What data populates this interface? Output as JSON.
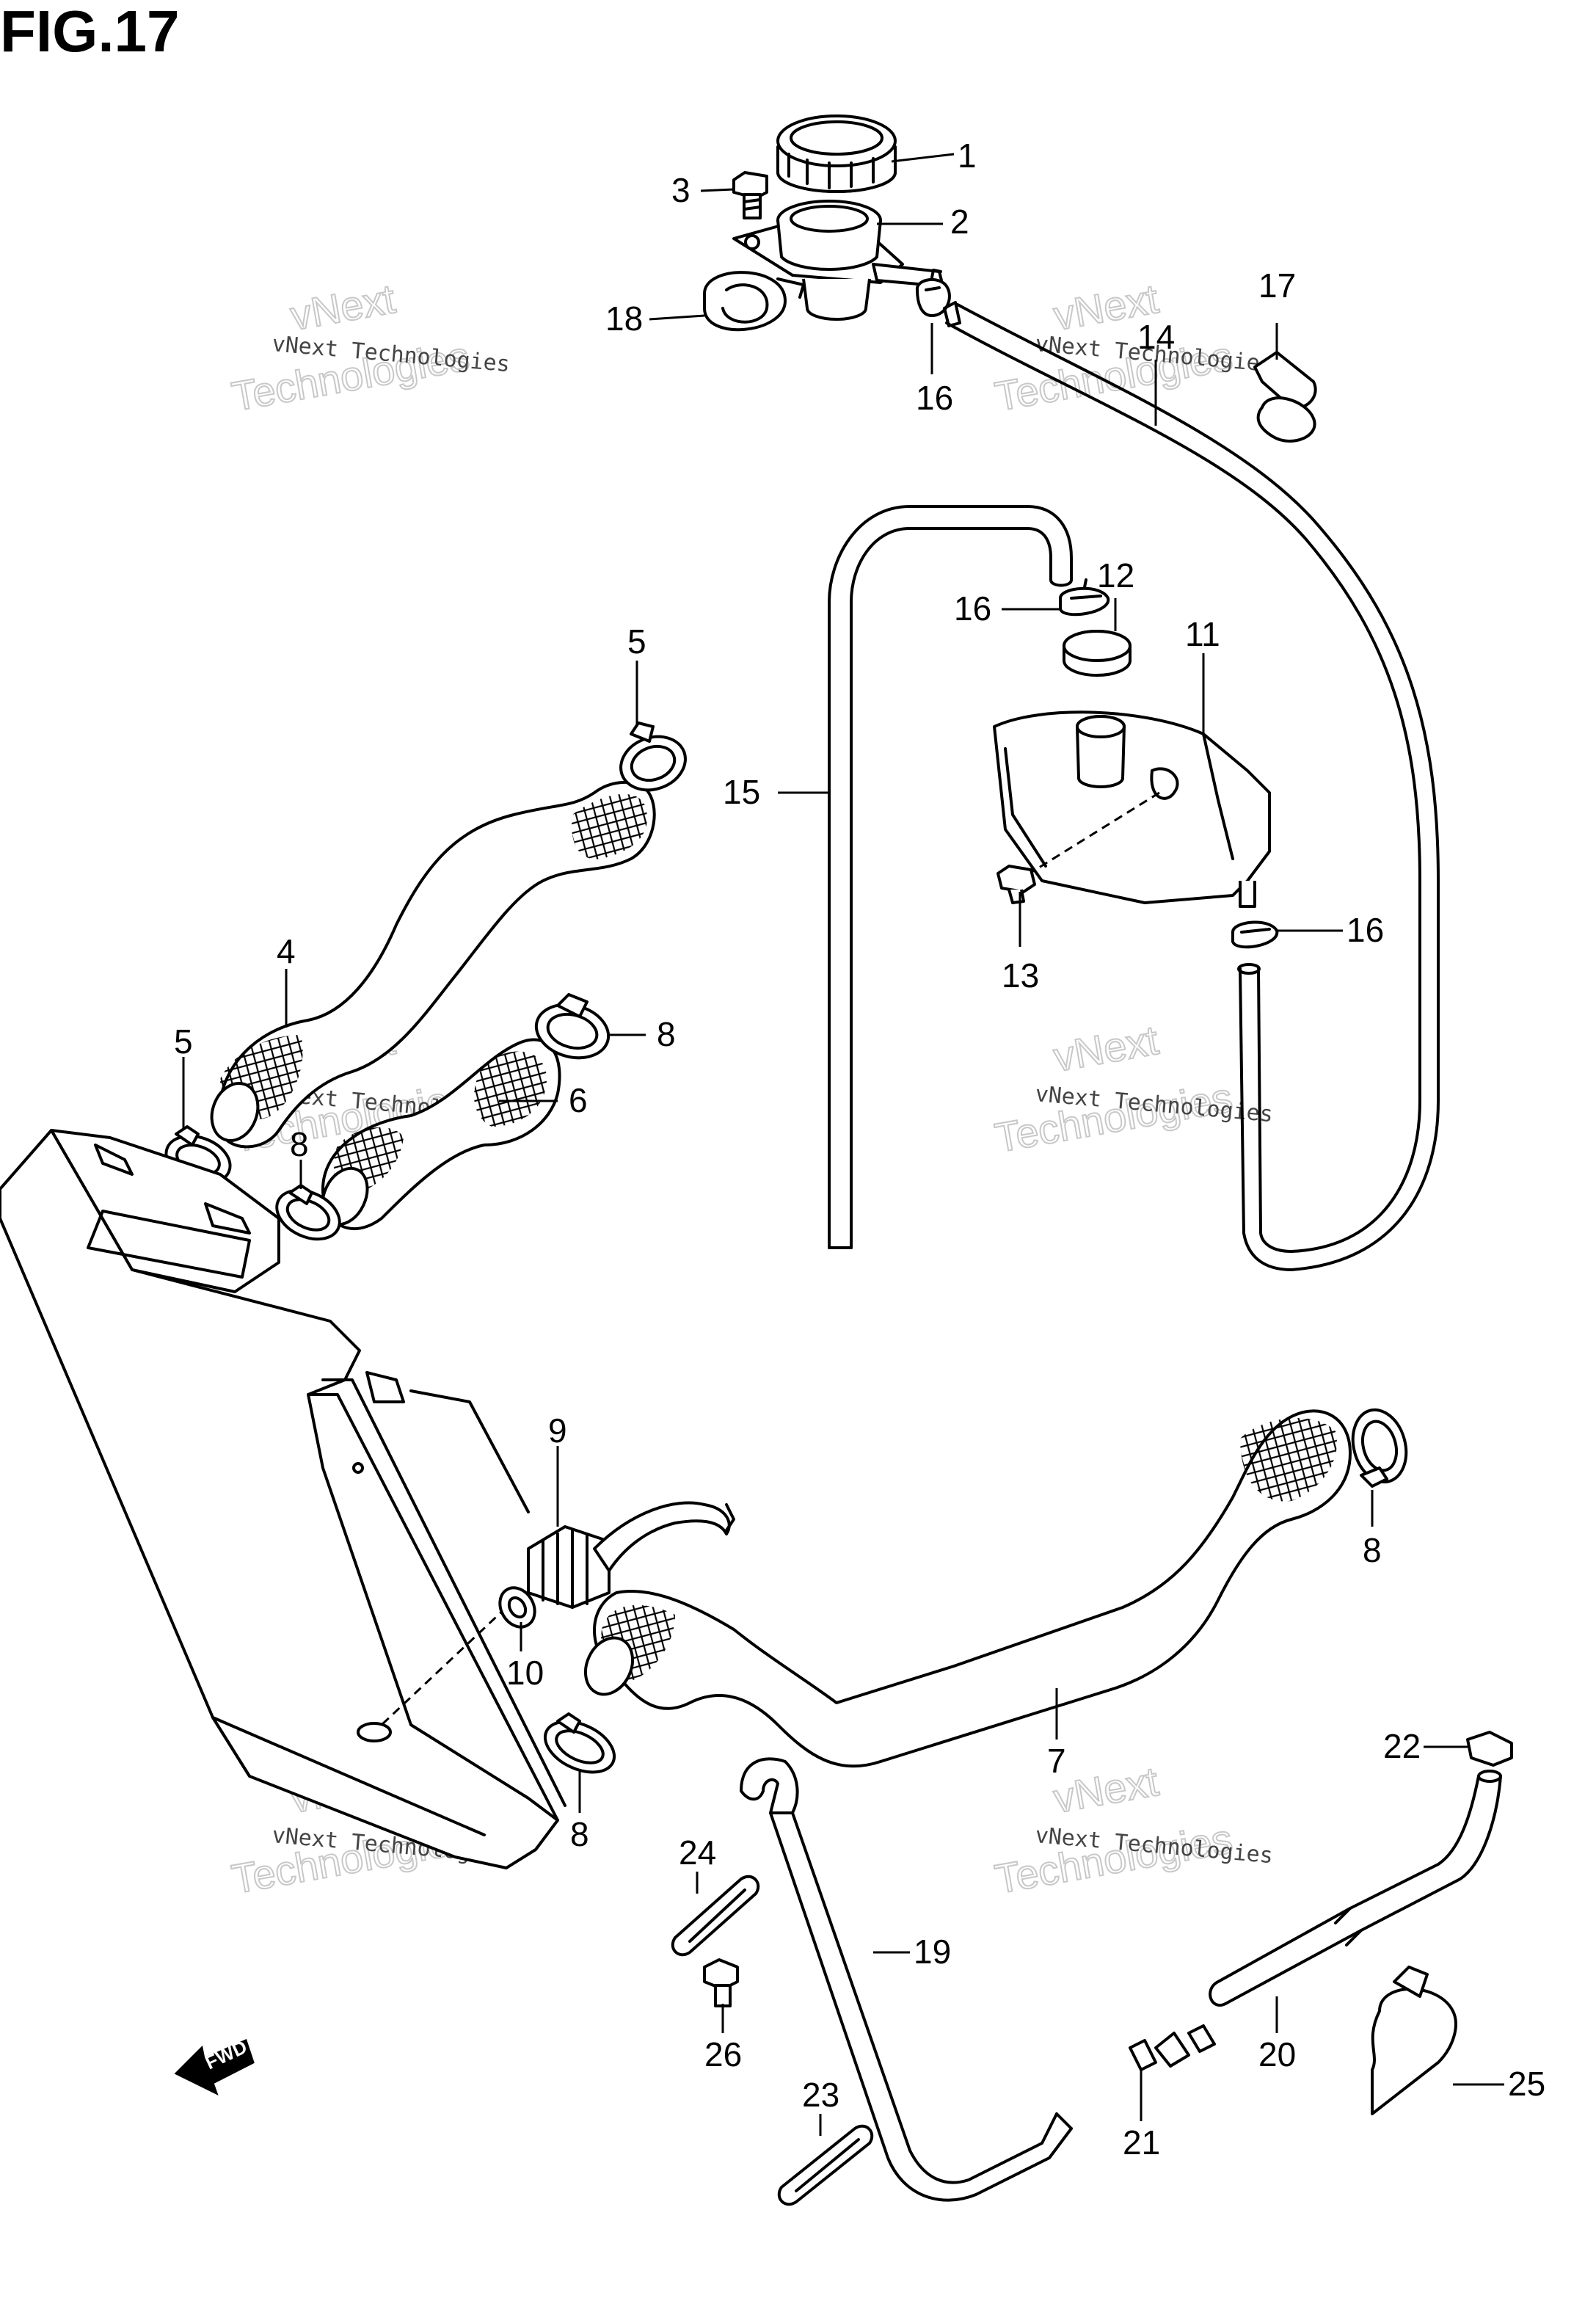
{
  "figure": {
    "title": "FIG.17"
  },
  "watermark": {
    "line1": "vNext Technologies",
    "big1": "vNext",
    "big2": "Technologies"
  },
  "fwd": {
    "label": "FWD"
  },
  "callouts": [
    {
      "id": "c1",
      "text": "1"
    },
    {
      "id": "c2",
      "text": "2"
    },
    {
      "id": "c3",
      "text": "3"
    },
    {
      "id": "c18",
      "text": "18"
    },
    {
      "id": "c16a",
      "text": "16"
    },
    {
      "id": "c14",
      "text": "14"
    },
    {
      "id": "c17",
      "text": "17"
    },
    {
      "id": "c16b",
      "text": "16"
    },
    {
      "id": "c12",
      "text": "12"
    },
    {
      "id": "c11",
      "text": "11"
    },
    {
      "id": "c15",
      "text": "15"
    },
    {
      "id": "c13",
      "text": "13"
    },
    {
      "id": "c16c",
      "text": "16"
    },
    {
      "id": "c5a",
      "text": "5"
    },
    {
      "id": "c4",
      "text": "4"
    },
    {
      "id": "c5b",
      "text": "5"
    },
    {
      "id": "c8a",
      "text": "8"
    },
    {
      "id": "c8b",
      "text": "8"
    },
    {
      "id": "c6",
      "text": "6"
    },
    {
      "id": "c9",
      "text": "9"
    },
    {
      "id": "c10",
      "text": "10"
    },
    {
      "id": "c8c",
      "text": "8"
    },
    {
      "id": "c8d",
      "text": "8"
    },
    {
      "id": "c7",
      "text": "7"
    },
    {
      "id": "c22",
      "text": "22"
    },
    {
      "id": "c24",
      "text": "24"
    },
    {
      "id": "c19",
      "text": "19"
    },
    {
      "id": "c26",
      "text": "26"
    },
    {
      "id": "c20",
      "text": "20"
    },
    {
      "id": "c23",
      "text": "23"
    },
    {
      "id": "c21",
      "text": "21"
    },
    {
      "id": "c25",
      "text": "25"
    }
  ]
}
